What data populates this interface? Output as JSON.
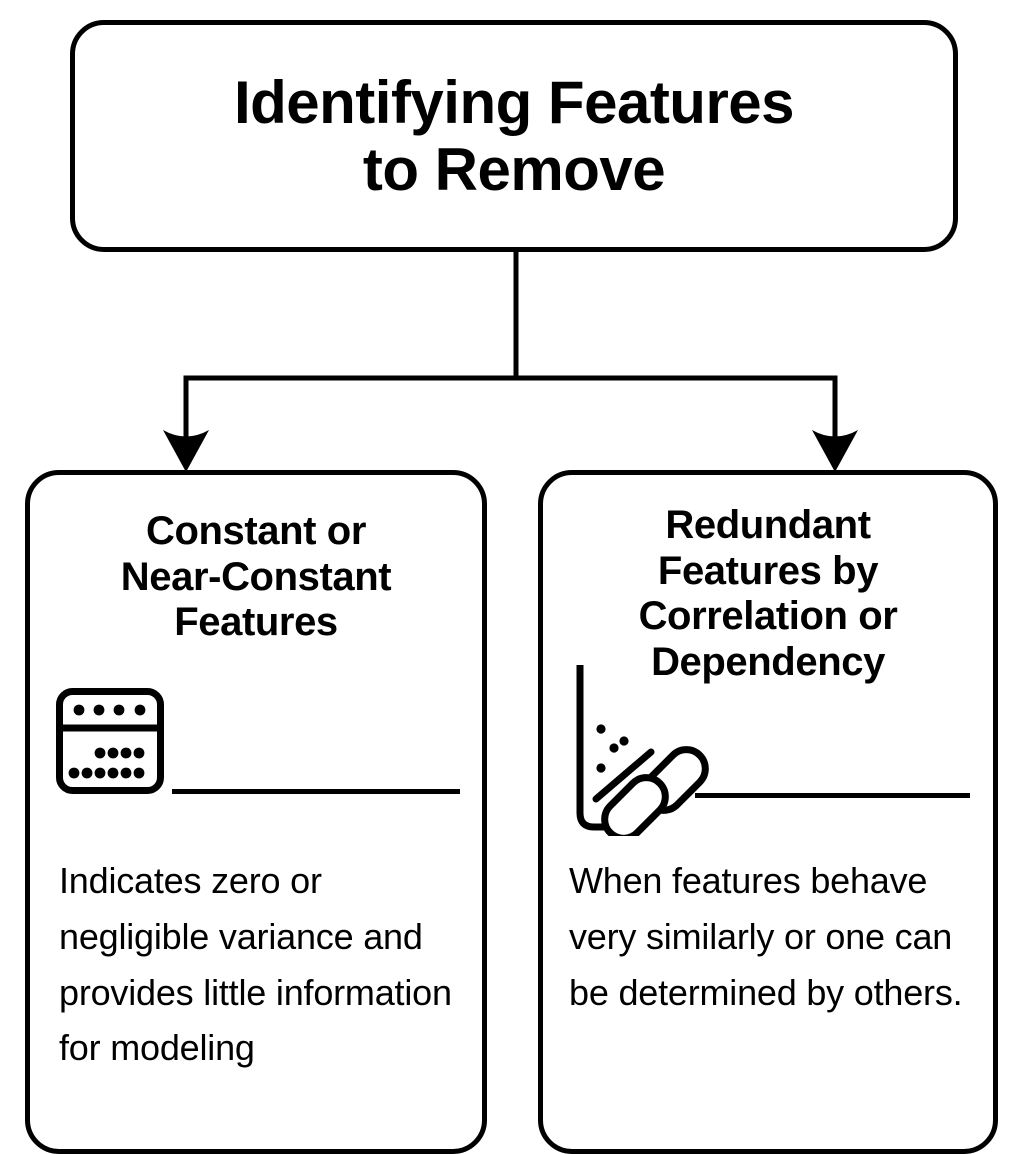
{
  "diagram": {
    "type": "flowchart-tree",
    "orientation": "top-down",
    "background_color": "#ffffff",
    "stroke_color": "#000000",
    "root": {
      "title": "Identifying  Features\nto Remove"
    },
    "children": [
      {
        "heading": "Constant or\nNear-Constant\nFeatures",
        "body": "Indicates zero or negligible variance and provides little information for modeling",
        "icon_name": "data-table-dots-icon"
      },
      {
        "heading": "Redundant\nFeatures by\nCorrelation or\nDependency",
        "body": "When features behave very similarly or one can be determined by others.",
        "icon_name": "scatter-chart-chain-link-icon"
      }
    ],
    "connectors": {
      "stem_label": "root-to-branch-stem",
      "branch_label": "horizontal-branch-bar",
      "arrow_left_label": "arrow-to-constant-features",
      "arrow_right_label": "arrow-to-redundant-features"
    }
  }
}
